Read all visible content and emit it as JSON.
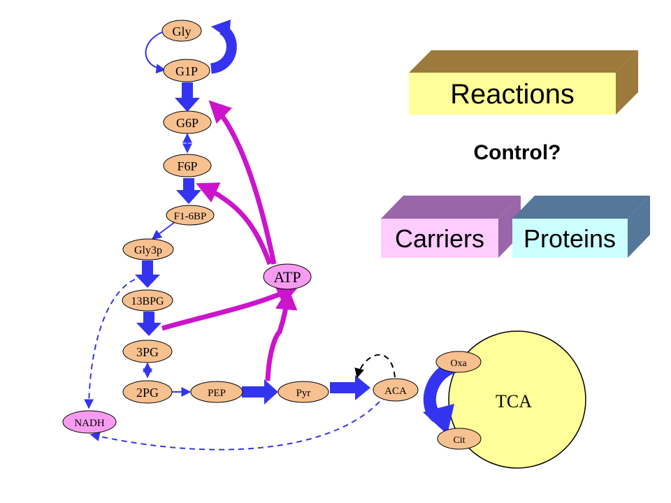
{
  "colors": {
    "node_fill": "#f7c08f",
    "node_stroke": "#000000",
    "special_fill": "#f79bf0",
    "flow_blue": "#3434f0",
    "atp_magenta": "#cc14cc",
    "tca_fill": "#ffff99",
    "box_reactions_front": "#ffff99",
    "box_reactions_top": "#9c7a3c",
    "box_carriers_front": "#ffccff",
    "box_carriers_top": "#9966aa",
    "box_proteins_front": "#ccffff",
    "box_proteins_top": "#557799"
  },
  "nodes": {
    "gly": "Gly",
    "g1p": "G1P",
    "g6p": "G6P",
    "f6p": "F6P",
    "f16bp": "F1-6BP",
    "gly3p": "Gly3p",
    "bpg13": "13BPG",
    "pg3": "3PG",
    "pg2": "2PG",
    "pep": "PEP",
    "pyr": "Pyr",
    "aca": "ACA",
    "oxa": "Oxa",
    "cit": "Cit",
    "atp": "ATP",
    "nadh": "NADH"
  },
  "tca_label": "TCA",
  "panels": {
    "reactions": "Reactions",
    "control": "Control?",
    "carriers": "Carriers",
    "proteins": "Proteins"
  }
}
